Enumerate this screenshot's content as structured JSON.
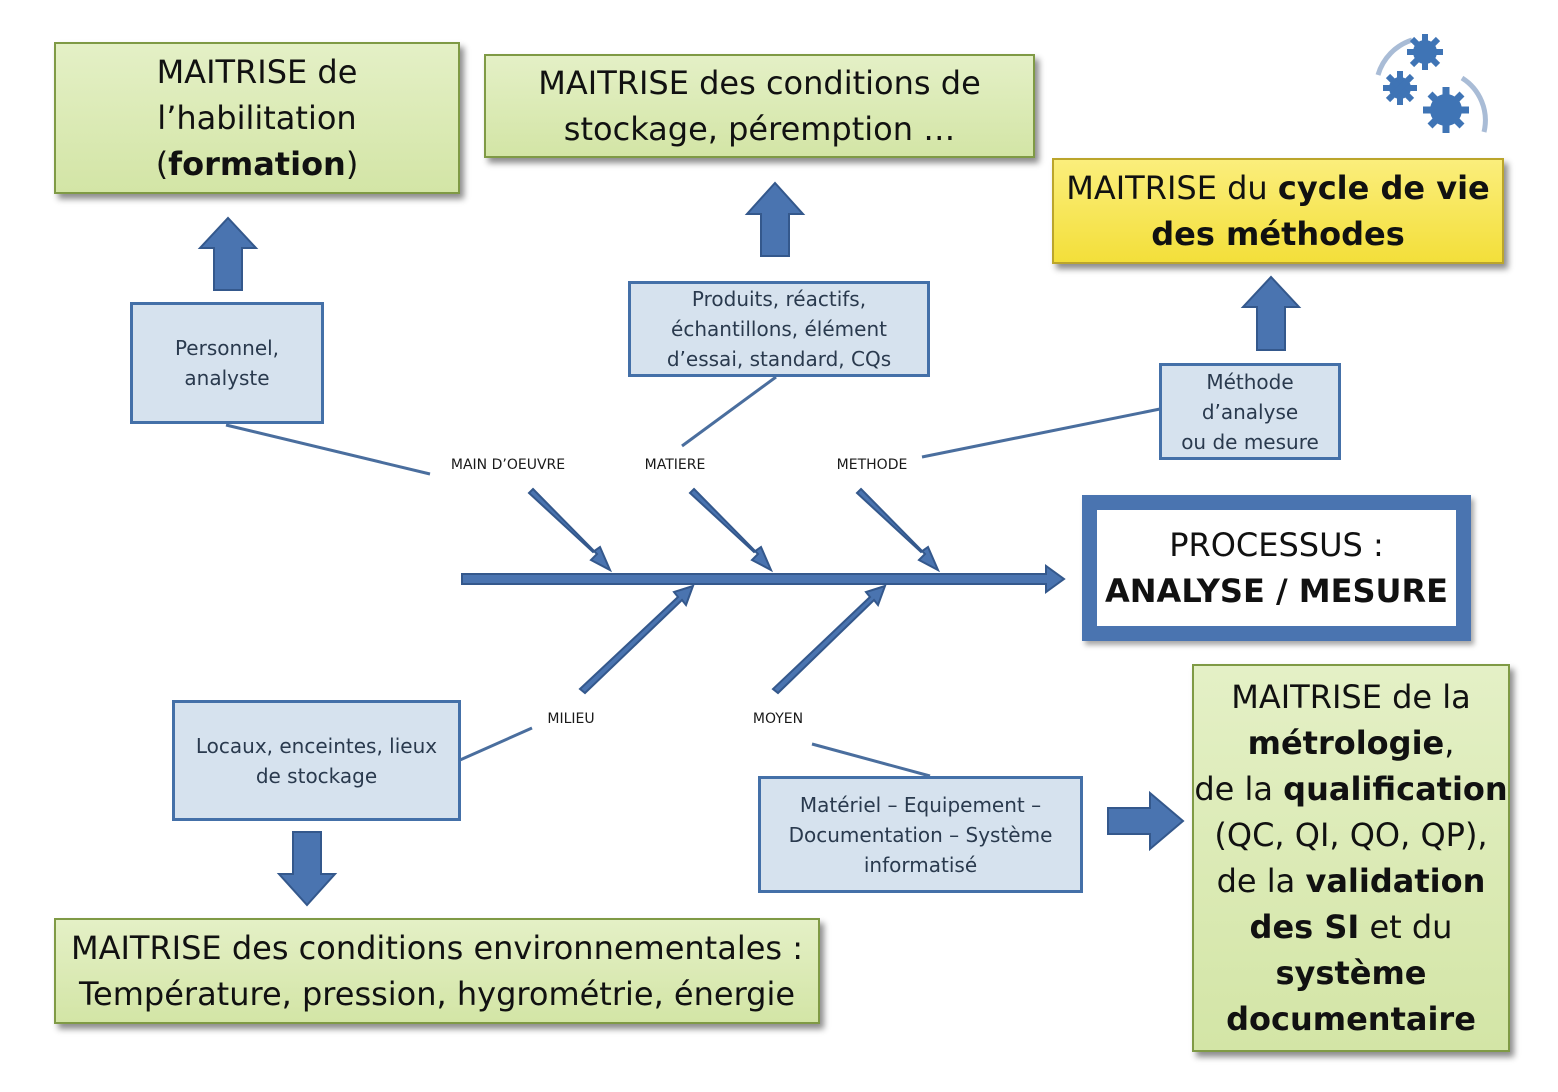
{
  "colors": {
    "arrow_fill": "#4a74b0",
    "arrow_stroke": "#34588c",
    "green_box": "#d8e8b0",
    "yellow_box": "#f7e54e",
    "cause_box": "#d6e2ee",
    "process_frame": "#4a74b0"
  },
  "outcomes": {
    "habilitation": {
      "line1": "MAITRISE de",
      "line2": "l’habilitation",
      "open": "(",
      "bold": "formation",
      "close": ")"
    },
    "stockage": {
      "line1": "MAITRISE des conditions de",
      "line2": "stockage, péremption …"
    },
    "methodes": {
      "pre": "MAITRISE du ",
      "bold1": "cycle de vie",
      "bold2": "des méthodes"
    },
    "environnement": {
      "line1": "MAITRISE des conditions environnementales :",
      "line2": "Température, pression, hygrométrie, énergie"
    },
    "metrologie": {
      "l1": "MAITRISE de la",
      "l2_bold": "métrologie",
      "l2_rest": ",",
      "l3_pre": "de la ",
      "l3_bold": "qualification",
      "l4": "(QC, QI, QO, QP),",
      "l5_pre": "de la ",
      "l5_bold": "validation",
      "l6_bold": "des SI",
      "l6_rest": " et du",
      "l7_bold": "système",
      "l8_bold": "documentaire"
    }
  },
  "causes": {
    "personnel": {
      "l1": "Personnel,",
      "l2": "analyste"
    },
    "produits": {
      "l1": "Produits, réactifs,",
      "l2": "échantillons, élément",
      "l3": "d’essai, standard, CQs"
    },
    "methode": {
      "l1": "Méthode",
      "l2": "d’analyse",
      "l3": "ou de mesure"
    },
    "locaux": {
      "l1": "Locaux, enceintes, lieux",
      "l2": "de stockage"
    },
    "materiel": {
      "l1": "Matériel – Equipement –",
      "l2": "Documentation – Système",
      "l3": "informatisé"
    }
  },
  "categories": {
    "main_oeuvre": "MAIN D’OEUVRE",
    "matiere": "MATIERE",
    "methode": "METHODE",
    "milieu": "MILIEU",
    "moyen": "MOYEN"
  },
  "process": {
    "line1": "PROCESSUS :",
    "line2": "ANALYSE / MESURE"
  },
  "logo": {
    "icon": "gears-icon"
  }
}
